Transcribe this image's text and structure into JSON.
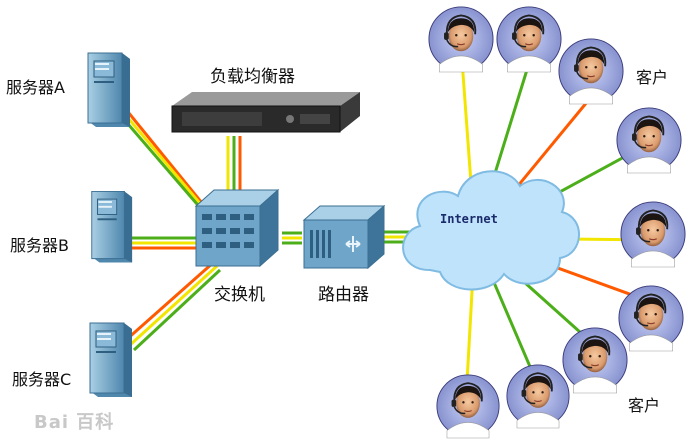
{
  "labels": {
    "server_a": "服务器A",
    "server_b": "服务器B",
    "server_c": "服务器C",
    "load_balancer": "负载均衡器",
    "switch": "交换机",
    "router": "路由器",
    "internet": "Internet",
    "client_top": "客户",
    "client_bottom": "客户"
  },
  "watermark": "Bai 百科",
  "icons": {
    "server": "server-tower-icon",
    "load_balancer": "rack-appliance-icon",
    "switch": "network-switch-icon",
    "router": "router-icon",
    "internet": "cloud-icon",
    "client": "headset-user-icon"
  },
  "colors": {
    "line_green": "#4caf1a",
    "line_yellow": "#f2e600",
    "line_orange": "#ff5a00",
    "device_blue": "#6fa5c8",
    "cloud": "#bfe3fb"
  }
}
